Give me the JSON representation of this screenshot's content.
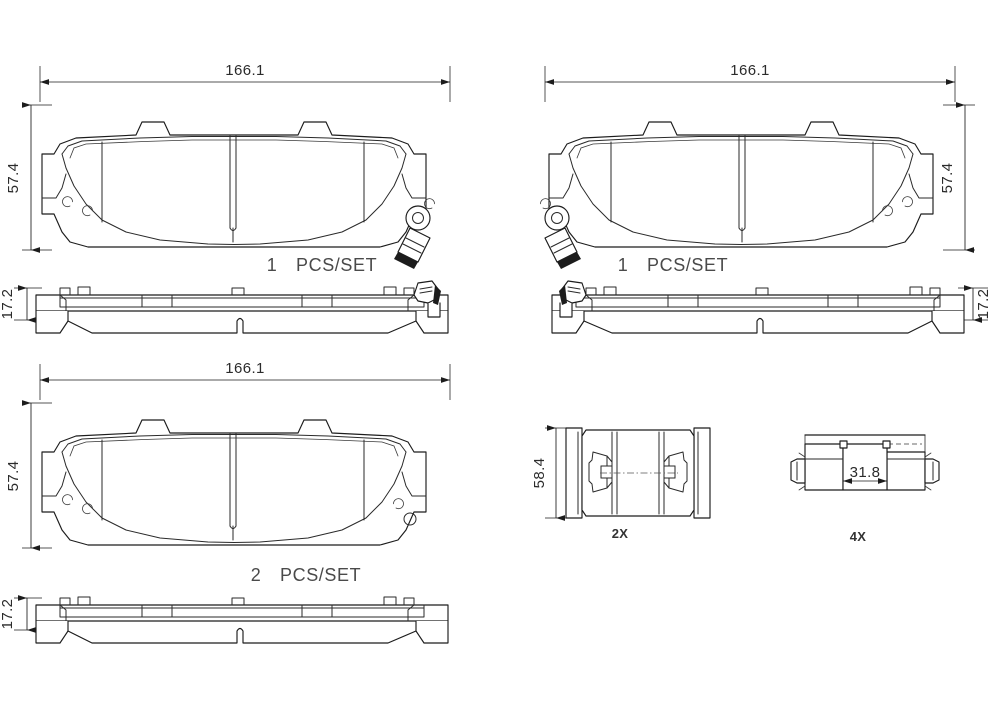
{
  "document": {
    "title": "Brake Pad Set Technical Drawing",
    "drawing_type": "engineering-dimension-drawing",
    "background_color": "#ffffff",
    "line_color": "#1c1c1c",
    "text_color": "#2b2b2b",
    "units_note": "mm"
  },
  "views": [
    {
      "id": "pad-top-left",
      "role": "front-view",
      "position": "top-left",
      "has_wear_sensor": true,
      "wear_sensor_side": "right",
      "quantity_number": "1",
      "quantity_unit": "PCS/SET",
      "dimensions": {
        "length": "166.1",
        "height": "57.4"
      }
    },
    {
      "id": "pad-top-left-profile",
      "role": "side-view",
      "position": "top-left-lower",
      "dimensions": {
        "thickness": "17.2"
      }
    },
    {
      "id": "pad-top-right",
      "role": "front-view",
      "position": "top-right",
      "has_wear_sensor": true,
      "wear_sensor_side": "left",
      "quantity_number": "1",
      "quantity_unit": "PCS/SET",
      "dimensions": {
        "length": "166.1",
        "height": "57.4"
      }
    },
    {
      "id": "pad-top-right-profile",
      "role": "side-view",
      "position": "top-right-lower",
      "dimensions": {
        "thickness": "17.2"
      }
    },
    {
      "id": "pad-bottom-left",
      "role": "front-view",
      "position": "bottom-left",
      "has_wear_sensor": false,
      "quantity_number": "2",
      "quantity_unit": "PCS/SET",
      "dimensions": {
        "length": "166.1",
        "height": "57.4"
      }
    },
    {
      "id": "pad-bottom-left-profile",
      "role": "side-view",
      "position": "bottom-left-lower",
      "dimensions": {
        "thickness": "17.2"
      }
    }
  ],
  "accessories": [
    {
      "id": "accessory-spring-clip",
      "label": "2X",
      "dimension": "58.4",
      "dimension_orientation": "vertical"
    },
    {
      "id": "accessory-shim-clip",
      "label": "4X",
      "dimension": "31.8",
      "dimension_orientation": "horizontal"
    }
  ],
  "labels": {
    "length_166": "166.1",
    "height_574": "57.4",
    "thickness_172": "17.2",
    "acc_584": "58.4",
    "acc_318": "31.8",
    "qty_1": "1",
    "qty_2": "2",
    "pcs_set": "PCS/SET",
    "qty_2x": "2X",
    "qty_4x": "4X"
  }
}
